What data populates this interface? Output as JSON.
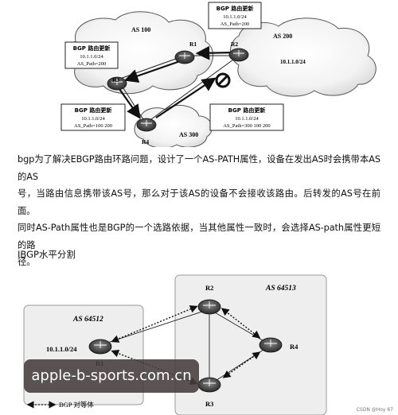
{
  "figure1": {
    "as100_label": "AS 100",
    "as200_label": "AS 200",
    "as300_label": "AS 300",
    "r1_label": "R1",
    "r2_label": "R2",
    "r3_label": "R3",
    "r4_label": "R4",
    "as200_prefix": "10.1.1.0/24",
    "box_top": {
      "title": "BGP 路由更新",
      "prefix": "10.1.1.0/24",
      "path": "AS_Path=200"
    },
    "box_left": {
      "title": "BGP 路由更新",
      "prefix": "10.1.1.0/24",
      "path": "AS_Path=200"
    },
    "box_bottom_left": {
      "title": "BGP 路由更新",
      "prefix": "10.1.1.0/24",
      "path": "AS_Path=100 200"
    },
    "box_bottom_right": {
      "title": "BGP 路由更新",
      "prefix": "10.1.1.0/24",
      "path": "AS_Path=300 100 200"
    }
  },
  "paragraph": {
    "line1": "bgp为了解决EBGP路由环路问题，设计了一个AS-PATH属性，设备在发出AS时会携带本AS的AS",
    "line2": "号，当路由信息携带该AS号，那么对于该AS的设备不会接收该路由。后转发的AS号在前面。",
    "line3": "同时AS-Path属性也是BGP的一个选路依据，当其他属性一致时，会选择AS-path属性更短的路",
    "line4": "径。"
  },
  "section_heading": "IBGP水平分割",
  "figure2": {
    "as64512_label": "AS 64512",
    "as64513_label": "AS 64513",
    "r1_label": "R1",
    "r2_label": "R2",
    "r3_label": "R3",
    "r4_label": "R4",
    "prefix_label": "10.1.1.0/24",
    "legend_label": "BGP 对等体"
  },
  "watermark_text": "apple-b-sports.com.cn",
  "credit_text": "CSDN @Hoy 67"
}
